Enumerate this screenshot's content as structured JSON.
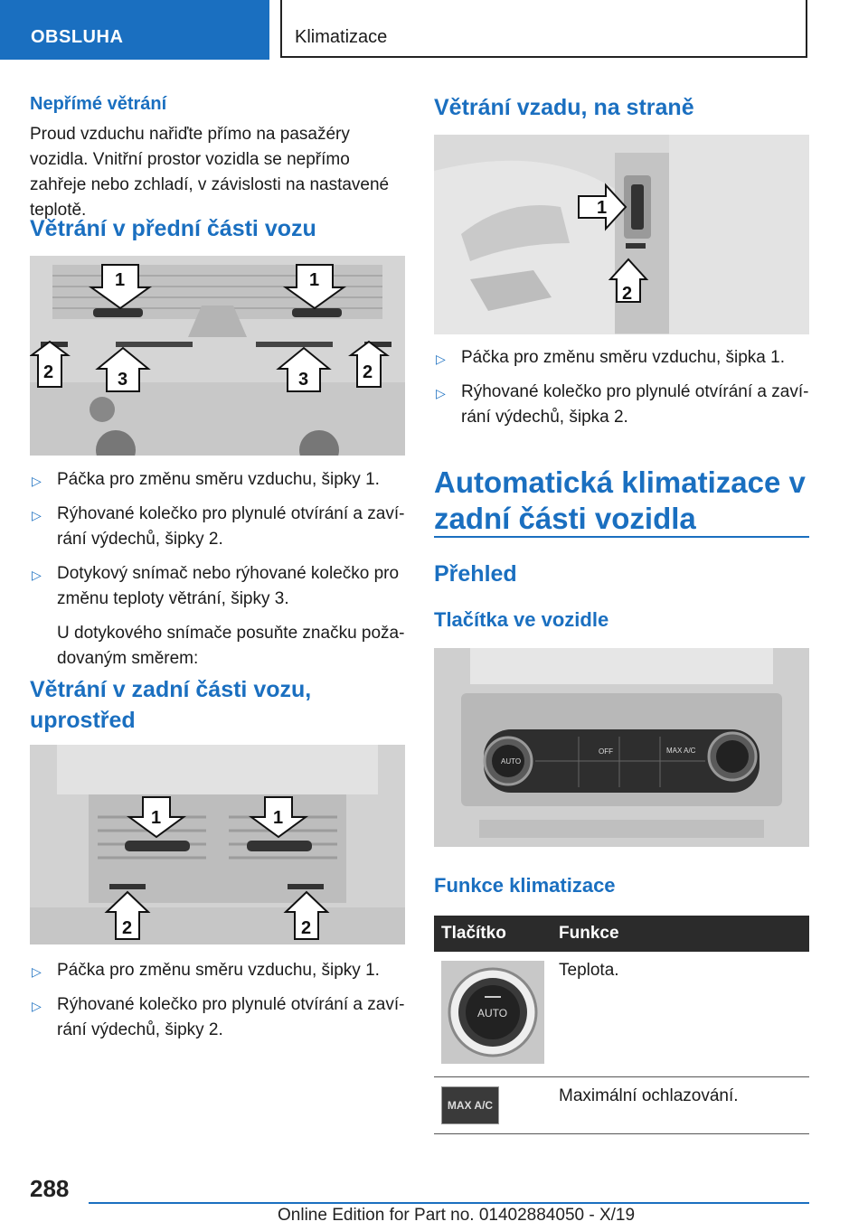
{
  "header": {
    "section": "OBSLUHA",
    "chapter": "Klimatizace"
  },
  "left": {
    "s1_title": "Nepřímé větrání",
    "s1_text": "Proud vzduchu nařiďte přímo na pasažéry vozidla. Vnitřní prostor vozidla se nepřímo zahřeje nebo zchladí, v závislosti na nastavené teplotě.",
    "s2_title": "Větrání v přední části vozu",
    "s2_bullets": [
      "Páčka pro změnu směru vzduchu, šipky 1.",
      "Rýhované kolečko pro plynulé otvírání a zaví‐rání výdechů, šipky 2.",
      "Dotykový snímač nebo rýhované kolečko pro změnu teploty větrání, šipky 3."
    ],
    "s2_note": "U dotykového snímače posuňte značku poža‐dovaným směrem:",
    "s3_title": "Větrání v zadní části vozu, uprostřed",
    "s3_bullets": [
      "Páčka pro změnu směru vzduchu, šipky 1.",
      "Rýhované kolečko pro plynulé otvírání a zaví‐rání výdechů, šipky 2."
    ]
  },
  "right": {
    "s4_title": "Větrání vzadu, na straně",
    "s4_bullets": [
      "Páčka pro změnu směru vzduchu, šipka 1.",
      "Rýhované kolečko pro plynulé otvírání a zaví‐rání výdechů, šipka 2."
    ],
    "main_title": "Automatická klimatizace v zadní části vozidla",
    "sub_title": "Přehled",
    "sub_sub_title": "Tlačítka ve vozidle",
    "func_title": "Funkce klimatizace",
    "table": {
      "col1": "Tlačítko",
      "col2": "Funkce",
      "rows": [
        {
          "button_label": "AUTO",
          "function": "Teplota."
        },
        {
          "button_label": "MAX A/C",
          "function": "Maximální ochlazování."
        }
      ]
    }
  },
  "image_labels": {
    "front": [
      "1",
      "1",
      "2",
      "3",
      "3",
      "2"
    ],
    "rear_center": [
      "1",
      "1",
      "2",
      "2"
    ],
    "side": [
      "1",
      "2"
    ],
    "panel": [
      "AUTO",
      "MAX A/C",
      "OFF"
    ]
  },
  "footer": {
    "page_number": "288",
    "edition": "Online Edition for Part no. 01402884050 - X/19"
  },
  "colors": {
    "accent": "#1a6fc0",
    "table_header": "#2b2b2b"
  }
}
